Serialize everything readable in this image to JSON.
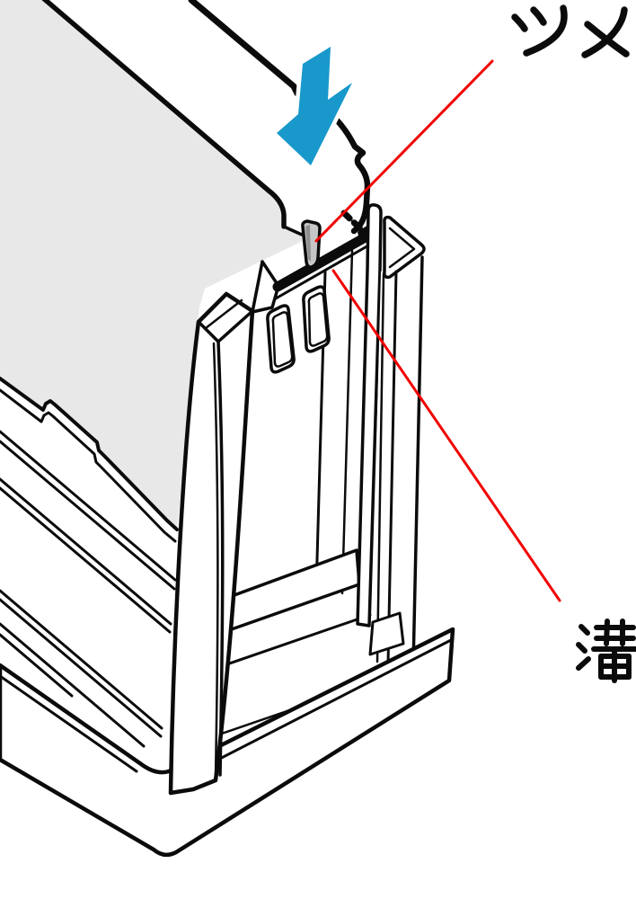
{
  "illustration": {
    "kind": "instruction-line-drawing",
    "labels": {
      "tsume": {
        "text": "ツメ"
      },
      "mizo": {
        "text": "溝"
      }
    },
    "icons": {
      "insert_arrow": "down-insert-arrow"
    },
    "colors": {
      "background": "#ffffff",
      "line": "#0b0b0b",
      "leader_red": "#f20000",
      "arrow_blue": "#1898cb",
      "slab_gray": "#e8e8e8",
      "tab_gray": "#c6c6c6",
      "tab_shadow_gray": "#8f8f8f"
    }
  }
}
